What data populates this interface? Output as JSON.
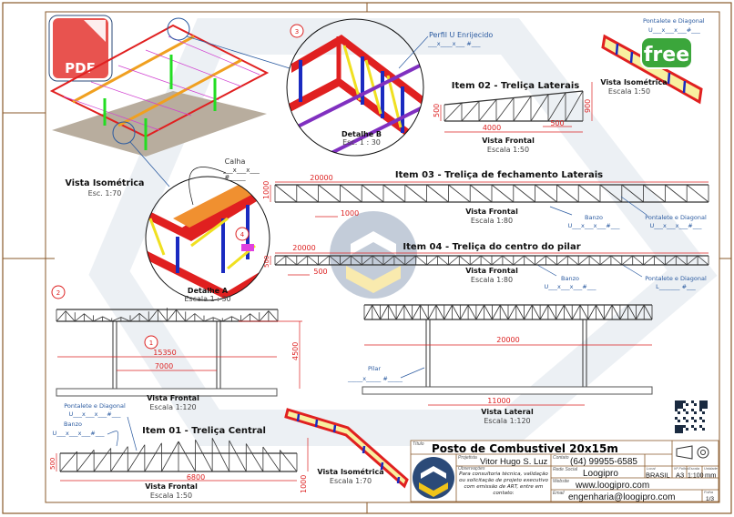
{
  "colors": {
    "frame": "#8a5a2b",
    "dimension": "#dd2222",
    "annotation": "#2a5aa0",
    "pdf": "#e8534f",
    "free": "#3ba63b"
  },
  "badges": {
    "pdf": "PDF",
    "free": "free"
  },
  "iso_main": {
    "title": "Vista Isométrica",
    "scale": "Esc. 1:70"
  },
  "detail_b": {
    "title": "Detalhe B",
    "scale": "Esc. 1 : 30",
    "balloon": "3",
    "note": "Perfil U Enrijecido",
    "note_spec": "___x____x___ #___"
  },
  "detail_a": {
    "title": "Detalhe A",
    "scale": "Escala 1 : 30",
    "balloon": "4",
    "note": "Calha",
    "note_spec1": "___x___x___",
    "note_spec2": "#_____"
  },
  "item02": {
    "title": "Item 02 - Treliça Laterais",
    "dims": [
      "4000",
      "500",
      "500",
      "900"
    ],
    "view": "Vista Frontal",
    "scale": "Escala 1:50",
    "iso_title": "Vista Isométrica",
    "iso_scale": "Escala 1:50",
    "iso_note": "Pontalete e Diagonal",
    "iso_note_spec": "U___x___x___#___"
  },
  "item03": {
    "title": "Item 03 - Treliça de fechamento Laterais",
    "dims": [
      "20000",
      "1000",
      "1000"
    ],
    "view": "Vista Frontal",
    "scale": "Escala 1:80",
    "banzo": "Banzo",
    "banzo_spec": "U___x___x___#___",
    "pontalete": "Pontalete e  Diagonal",
    "pontalete_spec": "U___x___x___#___"
  },
  "item04": {
    "title": "Item 04 - Treliça do centro do pilar",
    "dims": [
      "20000",
      "500",
      "500"
    ],
    "view": "Vista Frontal",
    "scale": "Escala 1:80",
    "banzo": "Banzo",
    "banzo_spec": "U___x___x___#___",
    "pontalete": "Pontalete e  Diagonal",
    "pontalete_spec": "L_______ #___"
  },
  "frontal": {
    "balloons": [
      "1",
      "2"
    ],
    "dims": [
      "15350",
      "7000",
      "4500"
    ],
    "view": "Vista Frontal",
    "scale": "Escala 1:120"
  },
  "lateral": {
    "dims": [
      "20000",
      "11000"
    ],
    "pilar": "Pilar",
    "pilar_spec": "_____x_____ #_____",
    "view": "Vista Lateral",
    "scale": "Escala 1:120"
  },
  "item01": {
    "title": "Item 01 - Treliça Central",
    "dims": [
      "6800",
      "500",
      "1000"
    ],
    "view": "Vista Frontal",
    "scale": "Escala 1:50",
    "pontalete": "Pontalete e  Diagonal",
    "pontalete_spec": "U___x___x___#___",
    "banzo": "Banzo",
    "banzo_spec": "U___x___x___#___",
    "iso_title": "Vista Isométrica",
    "iso_scale": "Escala 1:70"
  },
  "title_block": {
    "title_caption": "Título",
    "title": "Posto de Combustivel 20x15m",
    "designer_caption": "Projetista",
    "designer": "Vitor Hugo S. Luz",
    "contact_caption": "Contato",
    "contact": "(64) 99955-6585",
    "notes_caption": "Observações",
    "notes": "Para consultoria técnica, validação ou solicitação de projeto executivo com emissão de ART, entre em contato:",
    "company_caption": "Rede Social",
    "company": "Loogipro",
    "website_caption": "Website",
    "website": "www.loogipro.com",
    "email_caption": "Email",
    "email": "engenharia@loogipro.com",
    "local_caption": "Local",
    "local": "BRASIL",
    "sheet_size_caption": "Nº Folha",
    "sheet_size": "A3",
    "scale_caption": "Escala",
    "scale": "1:100",
    "unit_caption": "Unidade",
    "unit": "mm",
    "page_caption": "Folha",
    "page": "1/3"
  }
}
